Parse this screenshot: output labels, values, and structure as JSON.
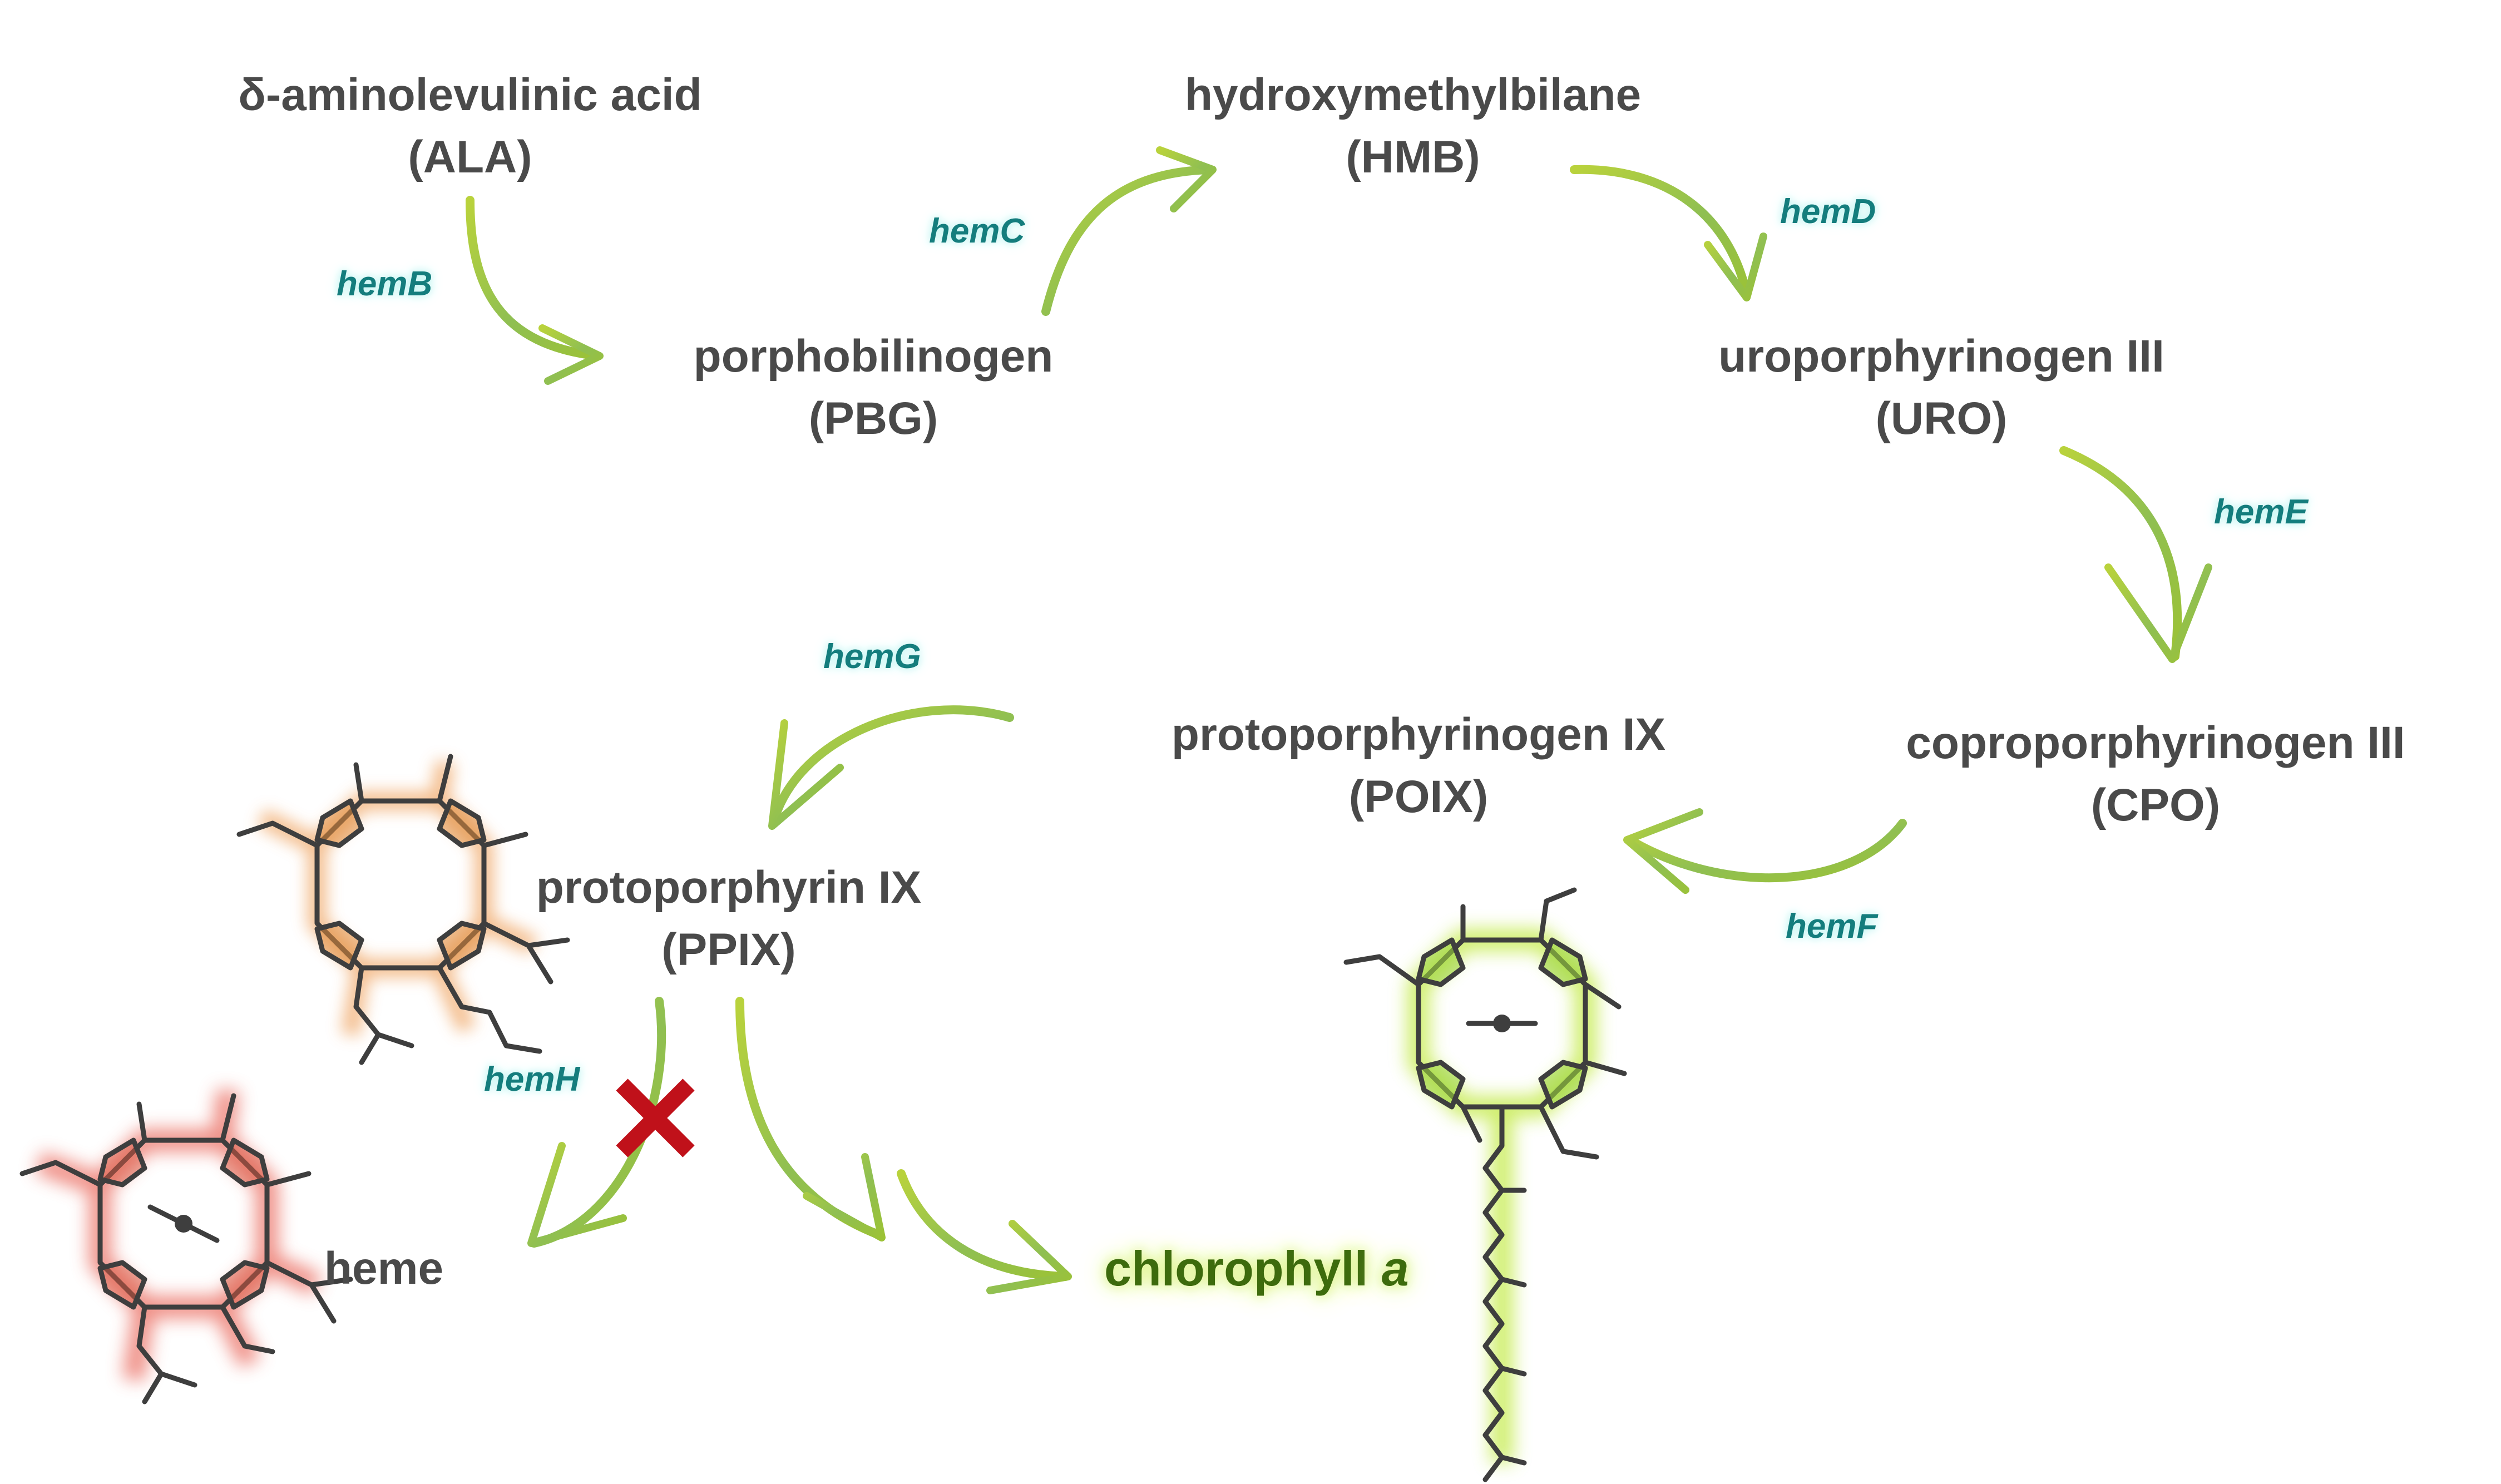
{
  "compounds": {
    "ala": {
      "name": "δ-aminolevulinic acid",
      "abbr": "(ALA)"
    },
    "pbg": {
      "name": "porphobilinogen",
      "abbr": "(PBG)"
    },
    "hmb": {
      "name": "hydroxymethylbilane",
      "abbr": "(HMB)"
    },
    "uro": {
      "name": "uroporphyrinogen III",
      "abbr": "(URO)"
    },
    "cpo": {
      "name": "coproporphyrinogen III",
      "abbr": "(CPO)"
    },
    "poix": {
      "name": "protoporphyrinogen IX",
      "abbr": "(POIX)"
    },
    "ppix": {
      "name": "protoporphyrin IX",
      "abbr": "(PPIX)"
    },
    "heme": {
      "name": "heme"
    },
    "chlorophyll": {
      "name": "chlorophyll",
      "suffix": "a"
    }
  },
  "enzymes": {
    "hemB": "hemB",
    "hemC": "hemC",
    "hemD": "hemD",
    "hemE": "hemE",
    "hemF": "hemF",
    "hemG": "hemG",
    "hemH": "hemH"
  },
  "blocked_step": {
    "symbol": "X",
    "color": "#c0111a"
  },
  "colors": {
    "compound_text": "#4a4a4a",
    "enzyme_text": "#147d7d",
    "arrow": "#a3c43a",
    "chlorophyll_text": "#3d6b0d",
    "ppix_glow": "#f2b27a",
    "heme_glow": "#ec7a70",
    "chlorophyll_glow": "#c9ec5a"
  }
}
